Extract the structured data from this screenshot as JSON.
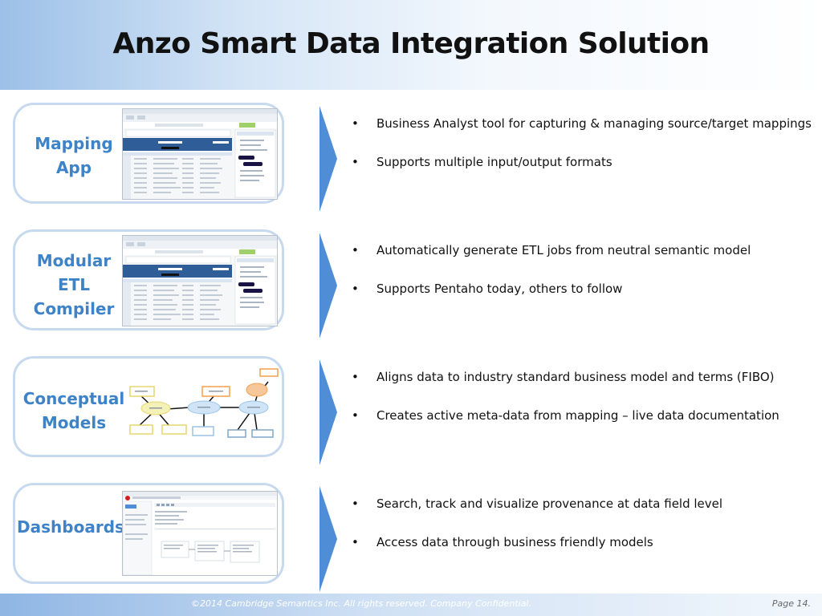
{
  "title": "Anzo Smart Data Integration Solution",
  "colors": {
    "accent": "#3e82c8",
    "box_border": "#c6d9ee",
    "arrow": "#4f8ed6"
  },
  "rows": [
    {
      "label_lines": [
        "Mapping",
        "App"
      ],
      "image": "mapping-app-screenshot",
      "bullets": [
        "Business Analyst tool for capturing & managing source/target mappings",
        "Supports multiple input/output formats"
      ]
    },
    {
      "label_lines": [
        "Modular",
        "ETL",
        "Compiler"
      ],
      "image": "etl-compiler-screenshot",
      "bullets": [
        "Automatically generate ETL jobs  from neutral semantic model",
        "Supports Pentaho today, others to follow"
      ]
    },
    {
      "label_lines": [
        "Conceptual",
        "Models"
      ],
      "image": "concept-graph-diagram",
      "bullets": [
        "Aligns data to industry standard business model and terms (FIBO)",
        "Creates active meta-data from mapping – live data documentation"
      ]
    },
    {
      "label_lines": [
        "Dashboards"
      ],
      "image": "dashboard-screenshot",
      "bullets": [
        "Search, track and visualize provenance at data field level",
        "Access data through business friendly models"
      ]
    }
  ],
  "footer": {
    "copyright": "©2014 Cambridge Semantics Inc. All rights reserved. Company Confidential.",
    "page": "Page 14."
  }
}
